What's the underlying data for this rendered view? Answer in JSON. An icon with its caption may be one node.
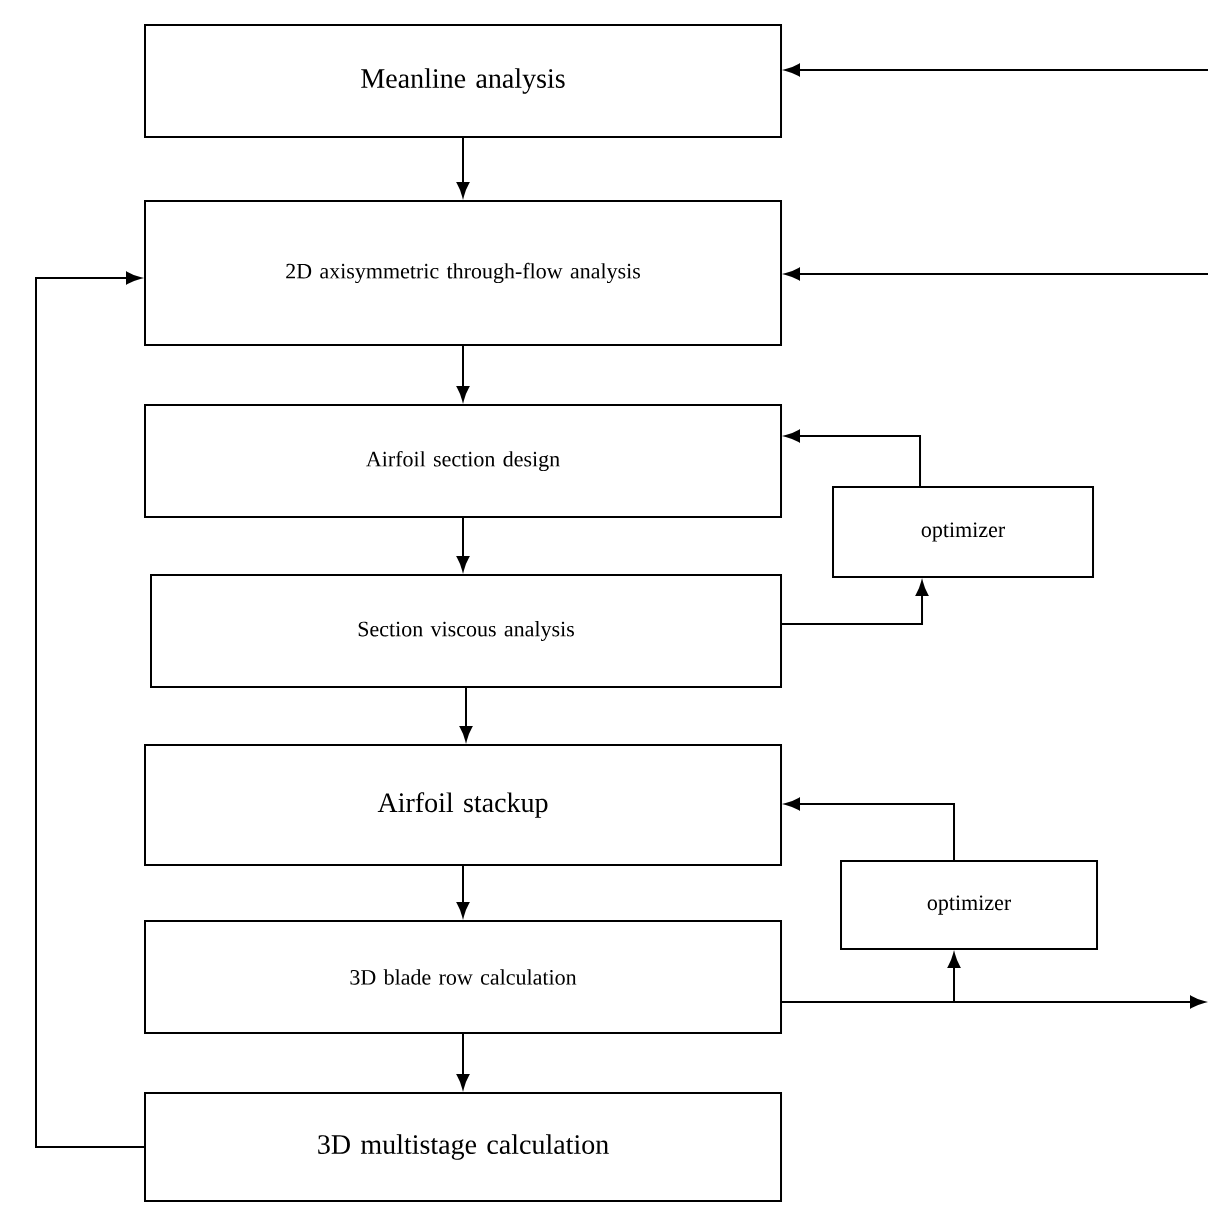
{
  "diagram": {
    "nodes": [
      {
        "text": [
          "Meanline analysis"
        ]
      },
      {
        "text": [
          "2D axisymmetric through-flow analysis"
        ]
      },
      {
        "text": [
          "Airfoil section design"
        ]
      },
      {
        "text": [
          "Section viscous analysis"
        ]
      },
      {
        "text": [
          "Airfoil stackup"
        ]
      },
      {
        "text": [
          "3D blade row calculation"
        ]
      },
      {
        "text": [
          "3D multistage calculation"
        ]
      },
      {
        "text": [
          "optimizer"
        ]
      },
      {
        "text": [
          "optimizer"
        ]
      }
    ],
    "edges": [
      {
        "from": 0,
        "to": 1,
        "arrow": "to"
      },
      {
        "from": 1,
        "to": 2,
        "arrow": "to"
      },
      {
        "from": 2,
        "to": 3,
        "arrow": "to"
      },
      {
        "from": 3,
        "to": 4,
        "arrow": "to"
      },
      {
        "from": 4,
        "to": 5,
        "arrow": "to"
      },
      {
        "from": 5,
        "to": 6,
        "arrow": "to"
      },
      {
        "from": 6,
        "to": 1,
        "arrow": "to"
      },
      {
        "from": 3,
        "to": 7,
        "arrow": "to"
      },
      {
        "from": 7,
        "to": 2,
        "arrow": "to"
      },
      {
        "from": 5,
        "to": 8,
        "arrow": "to"
      },
      {
        "from": 8,
        "to": 4,
        "arrow": "to"
      },
      {
        "from": 5,
        "to": null,
        "arrow": "to"
      },
      {
        "from": null,
        "to": 0,
        "arrow": "to"
      },
      {
        "from": null,
        "to": 1,
        "arrow": "to"
      }
    ]
  }
}
